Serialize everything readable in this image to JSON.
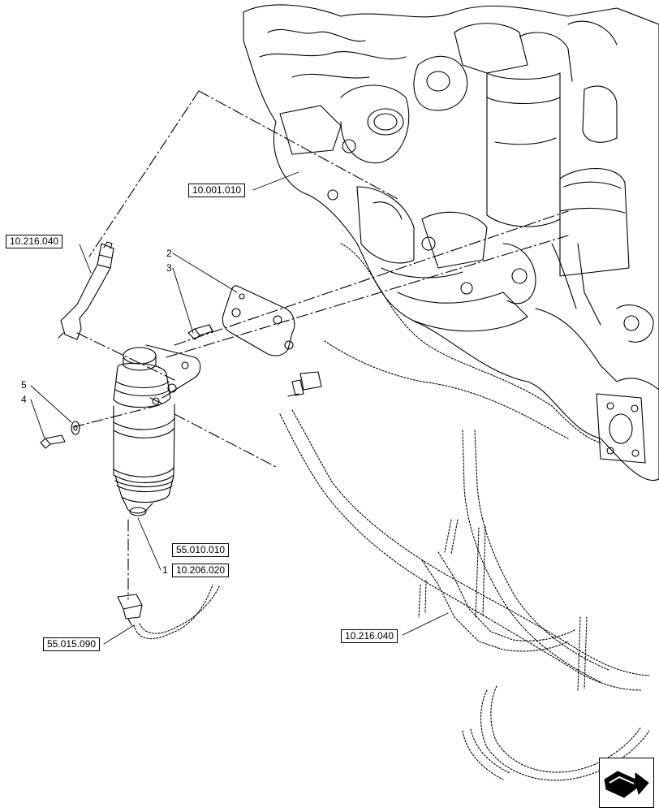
{
  "references": {
    "engine_block": "10.001.010",
    "fuel_line_upper": "10.216.040",
    "fuel_line_lower": "10.216.040",
    "filter_ref_a": "55.010.010",
    "filter_ref_b": "10.206.020",
    "sensor_harness": "55.015.090"
  },
  "callouts": {
    "item_1": "1",
    "item_2": "2",
    "item_3": "3",
    "item_4": "4",
    "item_5": "5"
  },
  "icons": {
    "navigation": "next-page-arrow-icon"
  }
}
